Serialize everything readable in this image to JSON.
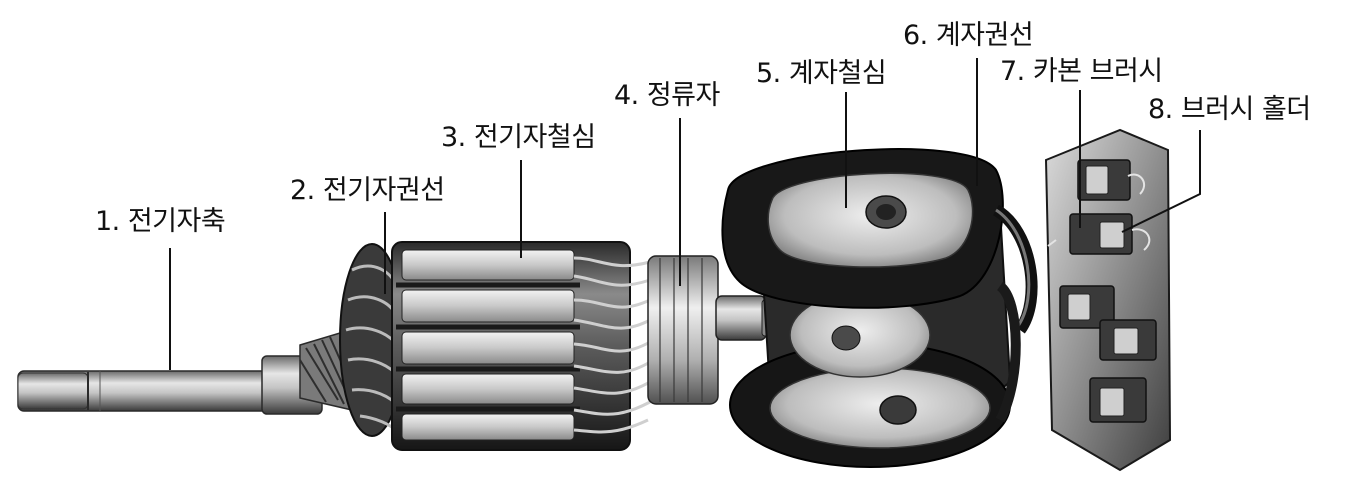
{
  "labels": [
    {
      "id": "shaft",
      "text": "1. 전기자축"
    },
    {
      "id": "armature-winding",
      "text": "2. 전기자권선"
    },
    {
      "id": "armature-core",
      "text": "3. 전기자철심"
    },
    {
      "id": "commutator",
      "text": "4. 정류자"
    },
    {
      "id": "field-core",
      "text": "5. 계자철심"
    },
    {
      "id": "field-winding",
      "text": "6. 계자권선"
    },
    {
      "id": "carbon-brush",
      "text": "7. 카본 브러시"
    },
    {
      "id": "brush-holder",
      "text": "8. 브러시 홀더"
    }
  ],
  "colors": {
    "steel": "#b8b8b8",
    "dark": "#1c1c1c",
    "background": "#ffffff",
    "leader": "#111111"
  }
}
